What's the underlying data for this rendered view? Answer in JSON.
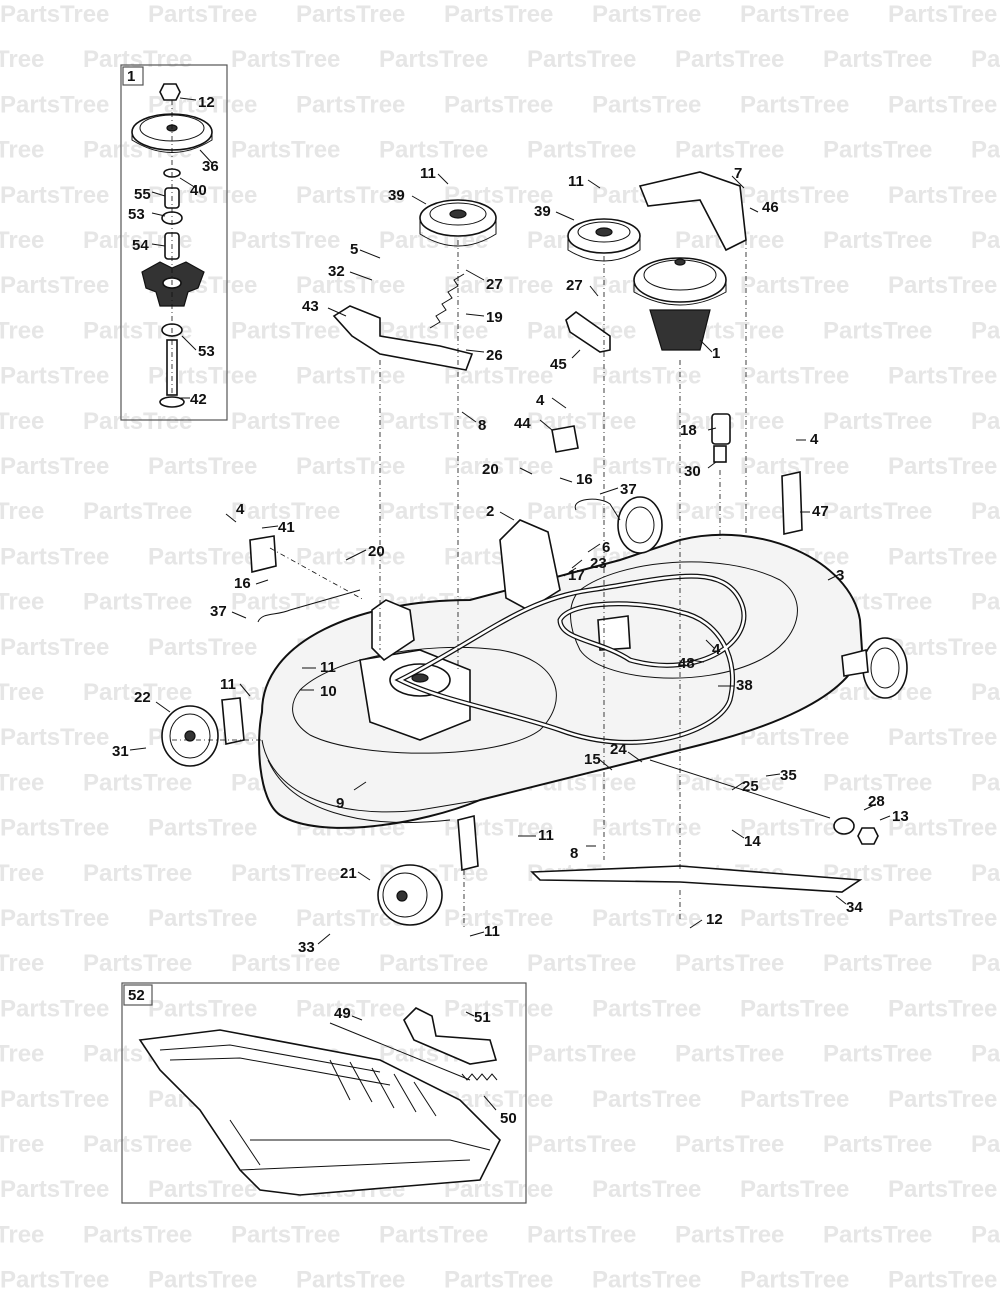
{
  "watermark": "PartsTree",
  "callouts": [
    {
      "id": "c12a",
      "label": "12"
    },
    {
      "id": "c36",
      "label": "36"
    },
    {
      "id": "c40",
      "label": "40"
    },
    {
      "id": "c55",
      "label": "55"
    },
    {
      "id": "c53a",
      "label": "53"
    },
    {
      "id": "c54",
      "label": "54"
    },
    {
      "id": "c53b",
      "label": "53"
    },
    {
      "id": "c42",
      "label": "42"
    },
    {
      "id": "c11a",
      "label": "11"
    },
    {
      "id": "c39a",
      "label": "39"
    },
    {
      "id": "c27a",
      "label": "27"
    },
    {
      "id": "c5",
      "label": "5"
    },
    {
      "id": "c32",
      "label": "32"
    },
    {
      "id": "c19",
      "label": "19"
    },
    {
      "id": "c43",
      "label": "43"
    },
    {
      "id": "c26",
      "label": "26"
    },
    {
      "id": "c8a",
      "label": "8"
    },
    {
      "id": "c11b",
      "label": "11"
    },
    {
      "id": "c39b",
      "label": "39"
    },
    {
      "id": "c27b",
      "label": "27"
    },
    {
      "id": "c45",
      "label": "45"
    },
    {
      "id": "c7",
      "label": "7"
    },
    {
      "id": "c46",
      "label": "46"
    },
    {
      "id": "c1",
      "label": "1"
    },
    {
      "id": "c4a",
      "label": "4"
    },
    {
      "id": "c44",
      "label": "44"
    },
    {
      "id": "c18",
      "label": "18"
    },
    {
      "id": "c30",
      "label": "30"
    },
    {
      "id": "c4b",
      "label": "4"
    },
    {
      "id": "c20a",
      "label": "20"
    },
    {
      "id": "c16a",
      "label": "16"
    },
    {
      "id": "c37a",
      "label": "37"
    },
    {
      "id": "c2",
      "label": "2"
    },
    {
      "id": "c6",
      "label": "6"
    },
    {
      "id": "c23",
      "label": "23"
    },
    {
      "id": "c17",
      "label": "17"
    },
    {
      "id": "c47",
      "label": "47"
    },
    {
      "id": "c4c",
      "label": "4"
    },
    {
      "id": "c41",
      "label": "41"
    },
    {
      "id": "c20b",
      "label": "20"
    },
    {
      "id": "c16b",
      "label": "16"
    },
    {
      "id": "c37b",
      "label": "37"
    },
    {
      "id": "c3",
      "label": "3"
    },
    {
      "id": "c4d",
      "label": "4"
    },
    {
      "id": "c48",
      "label": "48"
    },
    {
      "id": "c11c",
      "label": "11"
    },
    {
      "id": "c10",
      "label": "10"
    },
    {
      "id": "c11d",
      "label": "11"
    },
    {
      "id": "c22",
      "label": "22"
    },
    {
      "id": "c38",
      "label": "38"
    },
    {
      "id": "c31",
      "label": "31"
    },
    {
      "id": "c15",
      "label": "15"
    },
    {
      "id": "c24",
      "label": "24"
    },
    {
      "id": "c35",
      "label": "35"
    },
    {
      "id": "c9",
      "label": "9"
    },
    {
      "id": "c25",
      "label": "25"
    },
    {
      "id": "c28",
      "label": "28"
    },
    {
      "id": "c13",
      "label": "13"
    },
    {
      "id": "c14",
      "label": "14"
    },
    {
      "id": "c11e",
      "label": "11"
    },
    {
      "id": "c8b",
      "label": "8"
    },
    {
      "id": "c21",
      "label": "21"
    },
    {
      "id": "c34",
      "label": "34"
    },
    {
      "id": "c12b",
      "label": "12"
    },
    {
      "id": "c33",
      "label": "33"
    },
    {
      "id": "c11f",
      "label": "11"
    },
    {
      "id": "c49",
      "label": "49"
    },
    {
      "id": "c51",
      "label": "51"
    },
    {
      "id": "c50",
      "label": "50"
    }
  ],
  "boxes": [
    {
      "id": "box1",
      "label": "1"
    },
    {
      "id": "box52",
      "label": "52"
    }
  ]
}
